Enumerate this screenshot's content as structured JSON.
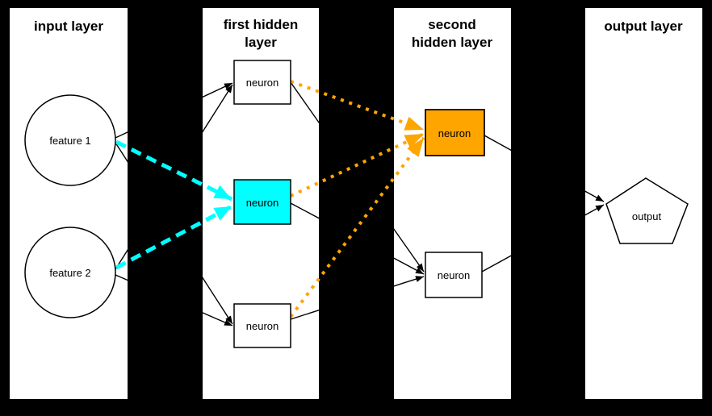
{
  "colors": {
    "background": "#000000",
    "panel": "#ffffff",
    "edge": "#000000",
    "cyan": "#00ffff",
    "orange": "#ffa500",
    "white": "#ffffff"
  },
  "panels": {
    "input": {
      "title": "input layer"
    },
    "hidden1": {
      "title_line1": "first hidden",
      "title_line2": "layer"
    },
    "hidden2": {
      "title_line1": "second",
      "title_line2": "hidden layer"
    },
    "output": {
      "title": "output layer"
    }
  },
  "nodes": {
    "feature1": {
      "label": "feature 1",
      "shape": "circle",
      "fill": "#ffffff"
    },
    "feature2": {
      "label": "feature 2",
      "shape": "circle",
      "fill": "#ffffff"
    },
    "hidden1_top": {
      "label": "neuron",
      "shape": "rect",
      "fill": "#ffffff"
    },
    "hidden1_middle": {
      "label": "neuron",
      "shape": "rect",
      "fill": "#00ffff"
    },
    "hidden1_bottom": {
      "label": "neuron",
      "shape": "rect",
      "fill": "#ffffff"
    },
    "hidden2_top": {
      "label": "neuron",
      "shape": "rect",
      "fill": "#ffa500"
    },
    "hidden2_bottom": {
      "label": "neuron",
      "shape": "rect",
      "fill": "#ffffff"
    },
    "output": {
      "label": "output",
      "shape": "pentagon",
      "fill": "#ffffff"
    }
  },
  "edges": [
    {
      "from": "feature1",
      "to": "hidden1_top",
      "style": "black-solid-arrow"
    },
    {
      "from": "feature2",
      "to": "hidden1_top",
      "style": "black-solid-arrow"
    },
    {
      "from": "feature1",
      "to": "hidden1_bottom",
      "style": "black-solid-arrow"
    },
    {
      "from": "feature2",
      "to": "hidden1_bottom",
      "style": "black-solid-arrow"
    },
    {
      "from": "feature1",
      "to": "hidden1_middle",
      "style": "cyan-dashed-arrow"
    },
    {
      "from": "feature2",
      "to": "hidden1_middle",
      "style": "cyan-dashed-arrow"
    },
    {
      "from": "hidden1_top",
      "to": "hidden2_top",
      "style": "orange-dotted-arrow"
    },
    {
      "from": "hidden1_middle",
      "to": "hidden2_top",
      "style": "orange-dotted-arrow"
    },
    {
      "from": "hidden1_bottom",
      "to": "hidden2_top",
      "style": "orange-dotted-arrow"
    },
    {
      "from": "hidden1_top",
      "to": "hidden2_bottom",
      "style": "black-solid-arrow"
    },
    {
      "from": "hidden1_middle",
      "to": "hidden2_bottom",
      "style": "black-solid-arrow"
    },
    {
      "from": "hidden1_bottom",
      "to": "hidden2_bottom",
      "style": "black-solid-arrow"
    },
    {
      "from": "hidden2_top",
      "to": "output",
      "style": "black-solid-arrow"
    },
    {
      "from": "hidden2_bottom",
      "to": "output",
      "style": "black-solid-arrow"
    }
  ]
}
